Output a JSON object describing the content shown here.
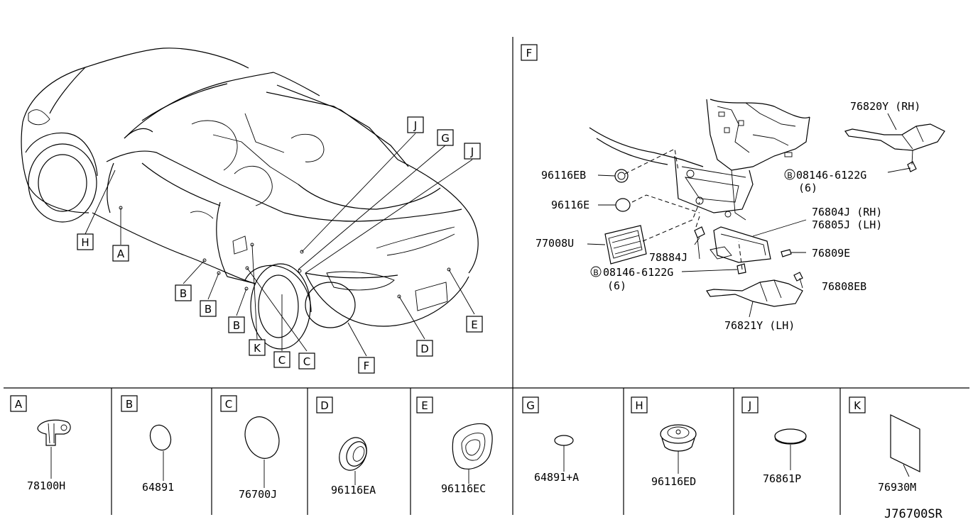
{
  "diagram_id": "J76700SR",
  "main_view_callouts": {
    "J1": "J",
    "G": "G",
    "J2": "J",
    "H": "H",
    "A": "A",
    "B1": "B",
    "B2": "B",
    "B3": "B",
    "K": "K",
    "C1": "C",
    "C2": "C",
    "F": "F",
    "D": "D",
    "E": "E"
  },
  "detail_f": {
    "letter": "F",
    "parts": {
      "p96116EB": "96116EB",
      "p96116E": "96116E",
      "p77008U": "77008U",
      "p78884J": "78884J",
      "bolt1_code": "08146-6122G",
      "bolt1_qty": "(6)",
      "bolt2_code": "08146-6122G",
      "bolt2_qty": "(6)",
      "bolt_marker": "B",
      "p76820Y": "76820Y (RH)",
      "p76804J": "76804J (RH)",
      "p76805J": "76805J (LH)",
      "p76809E": "76809E",
      "p76808EB": "76808EB",
      "p76821Y": "76821Y (LH)"
    }
  },
  "legend_cells": [
    {
      "letter": "A",
      "part": "78100H"
    },
    {
      "letter": "B",
      "part": "64891"
    },
    {
      "letter": "C",
      "part": "76700J"
    },
    {
      "letter": "D",
      "part": "96116EA"
    },
    {
      "letter": "E",
      "part": "96116EC"
    },
    {
      "letter": "G",
      "part": "64891+A"
    },
    {
      "letter": "H",
      "part": "96116ED"
    },
    {
      "letter": "J",
      "part": "76861P"
    },
    {
      "letter": "K",
      "part": "76930M"
    }
  ]
}
